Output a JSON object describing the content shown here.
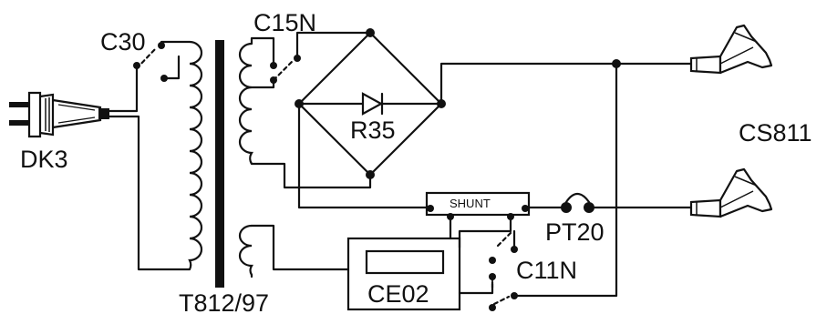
{
  "labels": {
    "plug": "DK3",
    "switch_primary": "C30",
    "switch_secondary": "C15N",
    "rectifier": "R35",
    "transformer": "T812/97",
    "shunt": "SHUNT",
    "fuse": "PT20",
    "meter": "CE02",
    "switch_meter": "C11N",
    "clamps": "CS811"
  }
}
